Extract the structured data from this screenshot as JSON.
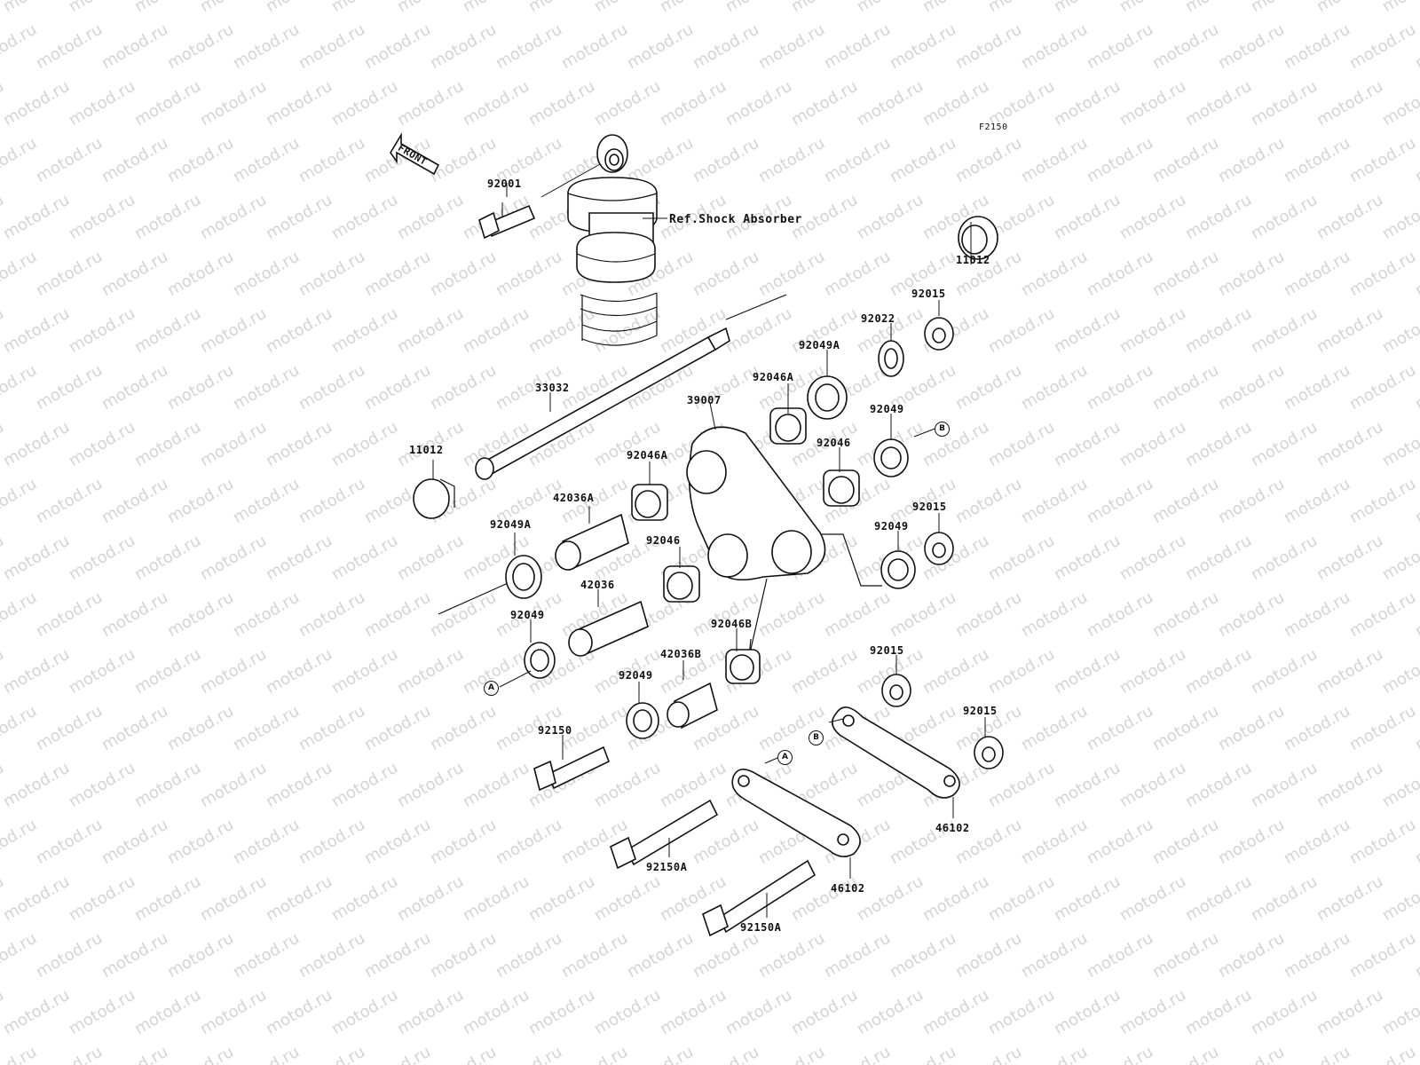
{
  "figure_id": "F2150",
  "watermark_text": "motod.ru",
  "front_label": "FRONT",
  "ref_text": "Ref.Shock Absorber",
  "circles": {
    "a": "A",
    "b": "B"
  },
  "labels": {
    "p92001": "92001",
    "p33032": "33032",
    "p11012_left": "11012",
    "p11012_right": "11012",
    "p92049A_left": "92049A",
    "p92049A_top": "92049A",
    "p42036A": "42036A",
    "p92046A_mid": "92046A",
    "p92046A_top": "92046A",
    "p39007": "39007",
    "p92022": "92022",
    "p92015_top": "92015",
    "p92049_right_top": "92049",
    "p92046_right": "92046",
    "p92046_mid": "92046",
    "p42036": "42036",
    "p92049_left": "92049",
    "p92046B": "92046B",
    "p42036B": "42036B",
    "p92049_bottom": "92049",
    "p92015_mid": "92015",
    "p92049_right_mid": "92049",
    "p92015_low": "92015",
    "p92015_bottom": "92015",
    "p92150": "92150",
    "p92150A_mid": "92150A",
    "p92150A_bottom": "92150A",
    "p46102_right": "46102",
    "p46102_mid": "46102"
  }
}
